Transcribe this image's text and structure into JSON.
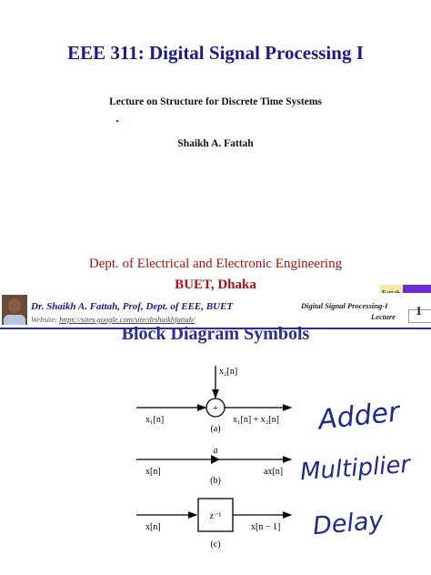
{
  "slide1": {
    "course_title": "EEE 311: Digital Signal Processing I",
    "lecture_title": "Lecture on Structure for Discrete Time Systems",
    "author": "Shaikh A. Fattah",
    "department": "Dept. of Electrical and Electronic Engineering",
    "university": "BUET, Dhaka"
  },
  "header": {
    "author_name": "Dr. Shaikh A. Fattah",
    "author_role": ", Prof, Dept. of EEE, BUET",
    "website_label": "Website:",
    "website_url": "https://sites.google.com/site/drshaikhfattah/",
    "course_label": "Digital Signal Processing-I",
    "lecture_label": "Lecture",
    "corner_tag": "Fattah",
    "page_number": "1"
  },
  "slide2": {
    "title": "Block Diagram Symbols",
    "adder": {
      "top_input": "x₂[n]",
      "left_input": "x₁[n]",
      "output": "x₁[n] + x₂[n]",
      "symbol": "+",
      "caption": "(a)"
    },
    "multiplier": {
      "left_input": "x[n]",
      "gain": "a",
      "output": "ax[n]",
      "caption": "(b)"
    },
    "delay": {
      "left_input": "x[n]",
      "symbol": "z⁻¹",
      "output": "x[n − 1]",
      "caption": "(c)"
    },
    "handwritten": {
      "adder": "Adder",
      "multiplier": "Multiplier",
      "delay": "Delay"
    }
  }
}
